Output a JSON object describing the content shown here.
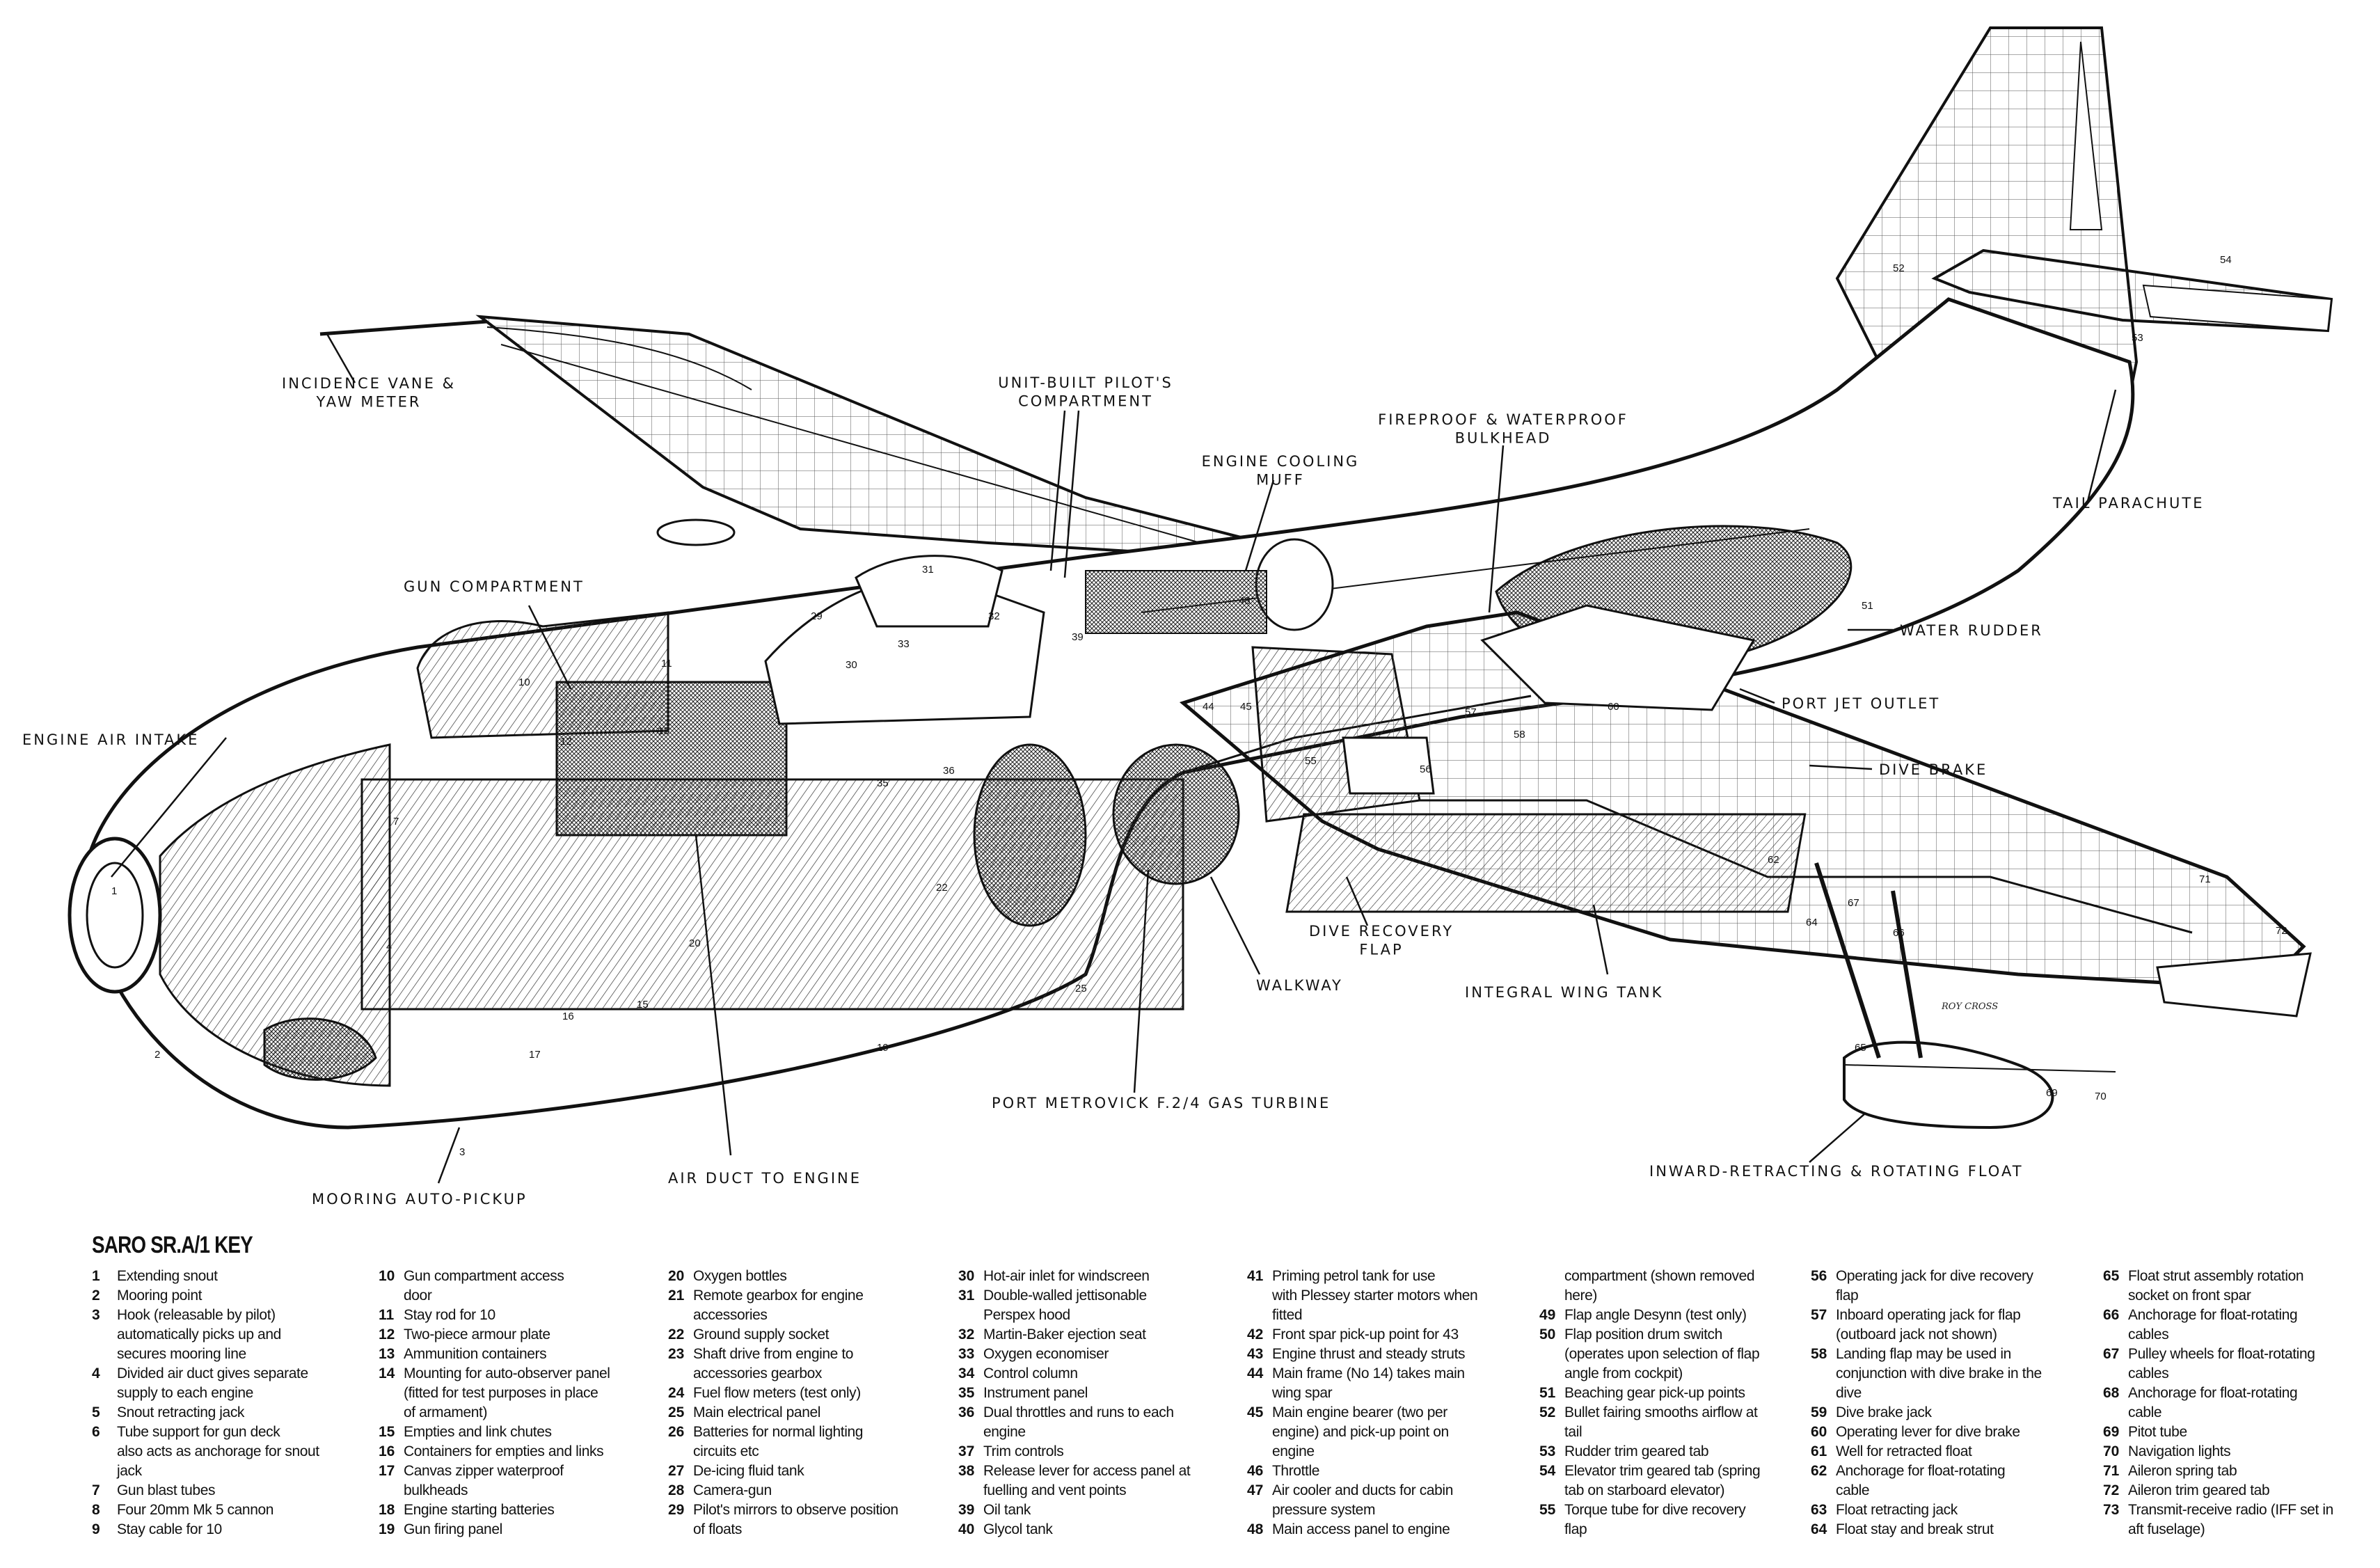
{
  "callouts": {
    "incidence_vane": "INCIDENCE VANE &\nYAW METER",
    "pilot_compartment": "UNIT-BUILT PILOT'S\nCOMPARTMENT",
    "fireproof_bulkhead": "FIREPROOF & WATERPROOF\nBULKHEAD",
    "engine_cooling_muff": "ENGINE COOLING\nMUFF",
    "tail_parachute": "TAIL PARACHUTE",
    "gun_compartment": "GUN COMPARTMENT",
    "water_rudder": "WATER RUDDER",
    "port_jet_outlet": "PORT JET OUTLET",
    "engine_air_intake": "ENGINE AIR INTAKE",
    "dive_brake": "DIVE BRAKE",
    "dive_recovery_flap": "DIVE RECOVERY\nFLAP",
    "integral_wing_tank": "INTEGRAL WING TANK",
    "walkway": "WALKWAY",
    "port_metrovick": "PORT METROVICK F.2/4 GAS TURBINE",
    "inward_retracting_float": "INWARD-RETRACTING & ROTATING FLOAT",
    "air_duct": "AIR DUCT TO ENGINE",
    "mooring_auto_pickup": "MOORING AUTO-PICKUP"
  },
  "signature": "ROY CROSS",
  "part_numbers": {
    "n1": "1",
    "n2": "2",
    "n3": "3",
    "n4": "4",
    "n7": "7",
    "n10": "10",
    "n11": "11",
    "n12": "12",
    "n13": "13",
    "n15": "15",
    "n16": "16",
    "n17": "17",
    "n19": "19",
    "n20": "20",
    "n22": "22",
    "n25": "25",
    "n29": "29",
    "n30": "30",
    "n31": "31",
    "n32": "32",
    "n33": "33",
    "n35": "35",
    "n36": "36",
    "n39": "39",
    "n44": "44",
    "n45": "45",
    "n48": "48",
    "n51": "51",
    "n52": "52",
    "n53": "53",
    "n54": "54",
    "n55": "55",
    "n56": "56",
    "n57": "57",
    "n58": "58",
    "n60": "60",
    "n62": "62",
    "n64": "64",
    "n65": "65",
    "n66": "66",
    "n67": "67",
    "n69": "69",
    "n70": "70",
    "n71": "71",
    "n72": "72"
  },
  "key": {
    "title": "SARO SR.A/1 KEY",
    "columns": [
      [
        {
          "n": "1",
          "t": "Extending snout"
        },
        {
          "n": "2",
          "t": "Mooring point"
        },
        {
          "n": "3",
          "t": "Hook (releasable by pilot)\nautomatically picks up and\nsecures mooring line"
        },
        {
          "n": "4",
          "t": "Divided air duct gives separate\nsupply to each engine"
        },
        {
          "n": "5",
          "t": "Snout retracting jack"
        },
        {
          "n": "6",
          "t": "Tube support for gun deck\nalso acts as anchorage for snout\njack"
        },
        {
          "n": "7",
          "t": "Gun blast tubes"
        },
        {
          "n": "8",
          "t": "Four 20mm Mk 5 cannon"
        },
        {
          "n": "9",
          "t": "Stay cable for 10"
        }
      ],
      [
        {
          "n": "10",
          "t": "Gun compartment access\ndoor"
        },
        {
          "n": "11",
          "t": "Stay rod for 10"
        },
        {
          "n": "12",
          "t": "Two-piece armour plate"
        },
        {
          "n": "13",
          "t": "Ammunition containers"
        },
        {
          "n": "14",
          "t": "Mounting for auto-observer panel\n(fitted for test purposes in place\nof armament)"
        },
        {
          "n": "15",
          "t": "Empties and link chutes"
        },
        {
          "n": "16",
          "t": "Containers for empties and links"
        },
        {
          "n": "17",
          "t": "Canvas zipper waterproof\nbulkheads"
        },
        {
          "n": "18",
          "t": "Engine starting batteries"
        },
        {
          "n": "19",
          "t": "Gun firing panel"
        }
      ],
      [
        {
          "n": "20",
          "t": "Oxygen bottles"
        },
        {
          "n": "21",
          "t": "Remote gearbox for engine\naccessories"
        },
        {
          "n": "22",
          "t": "Ground supply socket"
        },
        {
          "n": "23",
          "t": "Shaft drive from engine to\naccessories gearbox"
        },
        {
          "n": "24",
          "t": "Fuel flow meters (test only)"
        },
        {
          "n": "25",
          "t": "Main electrical panel"
        },
        {
          "n": "26",
          "t": "Batteries for normal lighting\ncircuits etc"
        },
        {
          "n": "27",
          "t": "De-icing fluid tank"
        },
        {
          "n": "28",
          "t": "Camera-gun"
        },
        {
          "n": "29",
          "t": "Pilot's mirrors to observe position\nof floats"
        }
      ],
      [
        {
          "n": "30",
          "t": "Hot-air inlet for windscreen"
        },
        {
          "n": "31",
          "t": "Double-walled jettisonable\nPerspex hood"
        },
        {
          "n": "32",
          "t": "Martin-Baker ejection seat"
        },
        {
          "n": "33",
          "t": "Oxygen economiser"
        },
        {
          "n": "34",
          "t": "Control column"
        },
        {
          "n": "35",
          "t": "Instrument panel"
        },
        {
          "n": "36",
          "t": "Dual throttles and runs to each\nengine"
        },
        {
          "n": "37",
          "t": "Trim controls"
        },
        {
          "n": "38",
          "t": "Release lever for access panel at\nfuelling and vent points"
        },
        {
          "n": "39",
          "t": "Oil tank"
        },
        {
          "n": "40",
          "t": "Glycol tank"
        }
      ],
      [
        {
          "n": "41",
          "t": "Priming petrol tank for use\nwith Plessey starter motors when\nfitted"
        },
        {
          "n": "42",
          "t": "Front spar pick-up point for 43"
        },
        {
          "n": "43",
          "t": "Engine thrust and steady struts"
        },
        {
          "n": "44",
          "t": "Main frame (No 14) takes main\nwing spar"
        },
        {
          "n": "45",
          "t": "Main engine bearer (two per\nengine) and pick-up point on\nengine"
        },
        {
          "n": "46",
          "t": "Throttle"
        },
        {
          "n": "47",
          "t": "Air cooler and ducts for cabin\npressure system"
        },
        {
          "n": "48",
          "t": "Main access panel to engine"
        }
      ],
      [
        {
          "n": "",
          "t": "compartment (shown removed\nhere)"
        },
        {
          "n": "49",
          "t": "Flap angle Desynn (test only)"
        },
        {
          "n": "50",
          "t": "Flap position drum switch\n(operates upon selection of flap\nangle from cockpit)"
        },
        {
          "n": "51",
          "t": "Beaching gear pick-up points"
        },
        {
          "n": "52",
          "t": "Bullet fairing smooths airflow at\ntail"
        },
        {
          "n": "53",
          "t": "Rudder trim geared tab"
        },
        {
          "n": "54",
          "t": "Elevator trim geared tab (spring\ntab on starboard elevator)"
        },
        {
          "n": "55",
          "t": "Torque tube for dive recovery\nflap"
        }
      ],
      [
        {
          "n": "56",
          "t": "Operating jack for dive recovery\nflap"
        },
        {
          "n": "57",
          "t": "Inboard operating jack for flap\n(outboard jack not shown)"
        },
        {
          "n": "58",
          "t": "Landing flap may be used in\nconjunction with dive brake in the\ndive"
        },
        {
          "n": "59",
          "t": "Dive brake jack"
        },
        {
          "n": "60",
          "t": "Operating lever for dive brake"
        },
        {
          "n": "61",
          "t": "Well for retracted float"
        },
        {
          "n": "62",
          "t": "Anchorage for float-rotating\ncable"
        },
        {
          "n": "63",
          "t": "Float retracting jack"
        },
        {
          "n": "64",
          "t": "Float stay and break strut"
        }
      ],
      [
        {
          "n": "65",
          "t": "Float strut assembly rotation\nsocket on front spar"
        },
        {
          "n": "66",
          "t": "Anchorage for float-rotating\ncables"
        },
        {
          "n": "67",
          "t": "Pulley wheels for float-rotating\ncables"
        },
        {
          "n": "68",
          "t": "Anchorage for float-rotating\ncable"
        },
        {
          "n": "69",
          "t": "Pitot tube"
        },
        {
          "n": "70",
          "t": "Navigation lights"
        },
        {
          "n": "71",
          "t": "Aileron spring tab"
        },
        {
          "n": "72",
          "t": "Aileron trim geared tab"
        },
        {
          "n": "73",
          "t": "Transmit-receive radio (IFF set in\naft fuselage)"
        }
      ]
    ]
  }
}
